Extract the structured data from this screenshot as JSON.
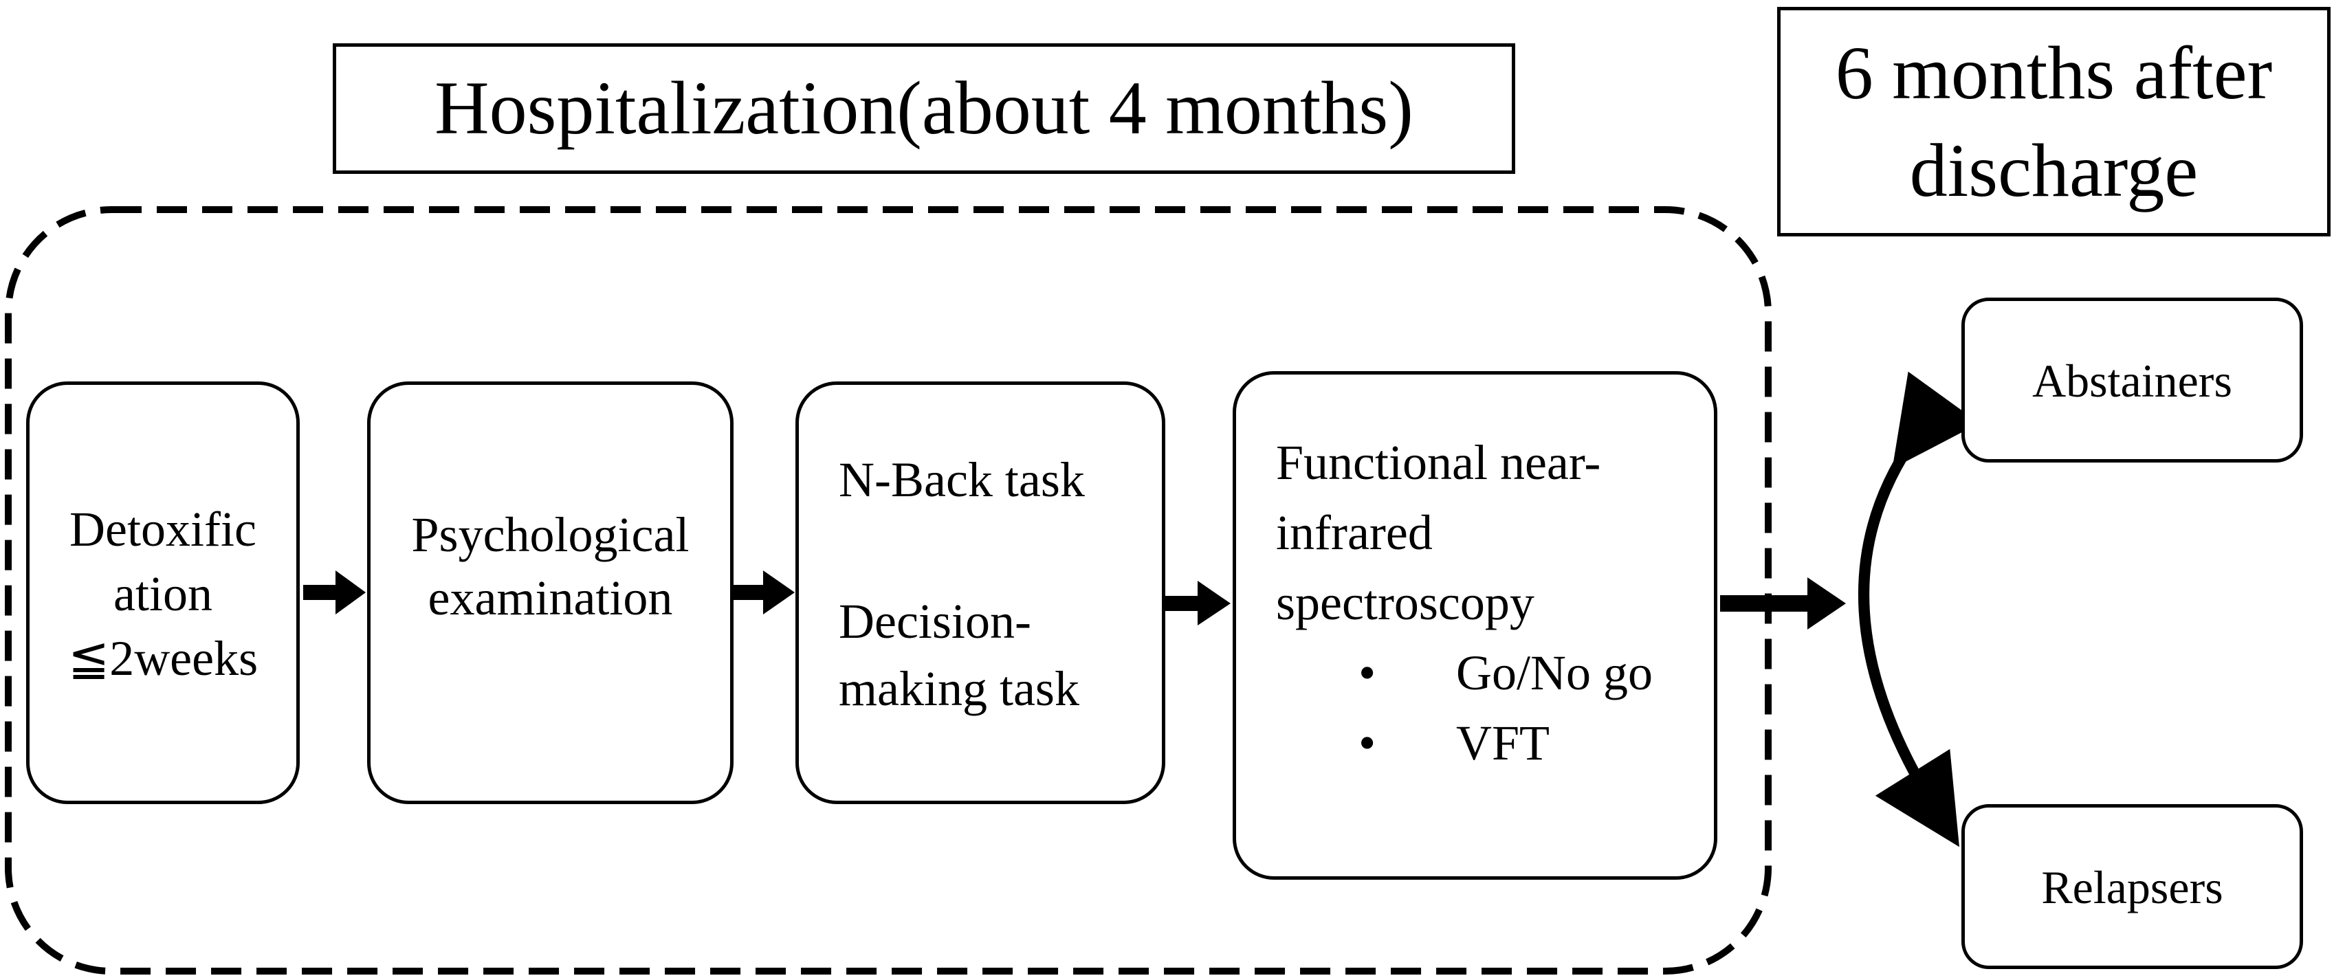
{
  "header": {
    "hospitalization": "Hospitalization(about 4 months)",
    "after_line1": "6 months after",
    "after_line2": "discharge"
  },
  "steps": {
    "detox": {
      "line1": "Detoxific",
      "line2": "ation",
      "line3": "≦2weeks"
    },
    "psych": {
      "line1": "Psychological",
      "line2": "examination"
    },
    "tasks": {
      "line1": "N-Back task",
      "line2": "Decision-",
      "line3": "making task"
    },
    "fnirs": {
      "line1": "Functional near-",
      "line2": "infrared",
      "line3": "spectroscopy",
      "bullet1": "Go/No go",
      "bullet2": "VFT",
      "bullet_symbol": "•"
    }
  },
  "outcomes": {
    "abstainers": "Abstainers",
    "relapsers": "Relapsers"
  }
}
